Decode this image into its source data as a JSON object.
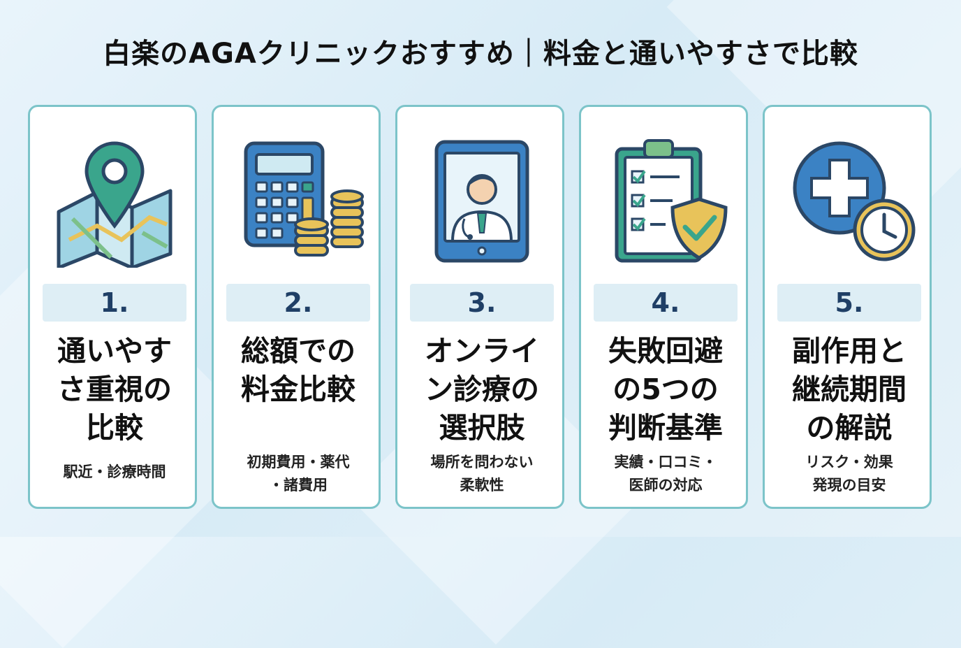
{
  "title": "白楽のAGAクリニックおすすめ｜料金と通いやすさで比較",
  "colors": {
    "card_border": "#7cc4c9",
    "number_band": "#deeef5",
    "number_text": "#1f3f66",
    "icon_outline": "#2b4766",
    "teal": "#3aa58c",
    "blue": "#3b82c4",
    "gold": "#e8c35a"
  },
  "cards": [
    {
      "number": "1.",
      "heading": "通いやす\nさ重視の\n比較",
      "sub": "駅近・診療時間",
      "icon": "map-pin-icon"
    },
    {
      "number": "2.",
      "heading": "総額での\n料金比較",
      "sub": "初期費用・薬代\n・諸費用",
      "icon": "calculator-coins-icon"
    },
    {
      "number": "3.",
      "heading": "オンライ\nン診療の\n選択肢",
      "sub": "場所を問わない\n柔軟性",
      "icon": "tablet-doctor-icon"
    },
    {
      "number": "4.",
      "heading": "失敗回避\nの5つの\n判断基準",
      "sub": "実績・口コミ・\n医師の対応",
      "icon": "checklist-shield-icon"
    },
    {
      "number": "5.",
      "heading": "副作用と\n継続期間\nの解説",
      "sub": "リスク・効果\n発現の目安",
      "icon": "medical-cross-clock-icon"
    }
  ]
}
